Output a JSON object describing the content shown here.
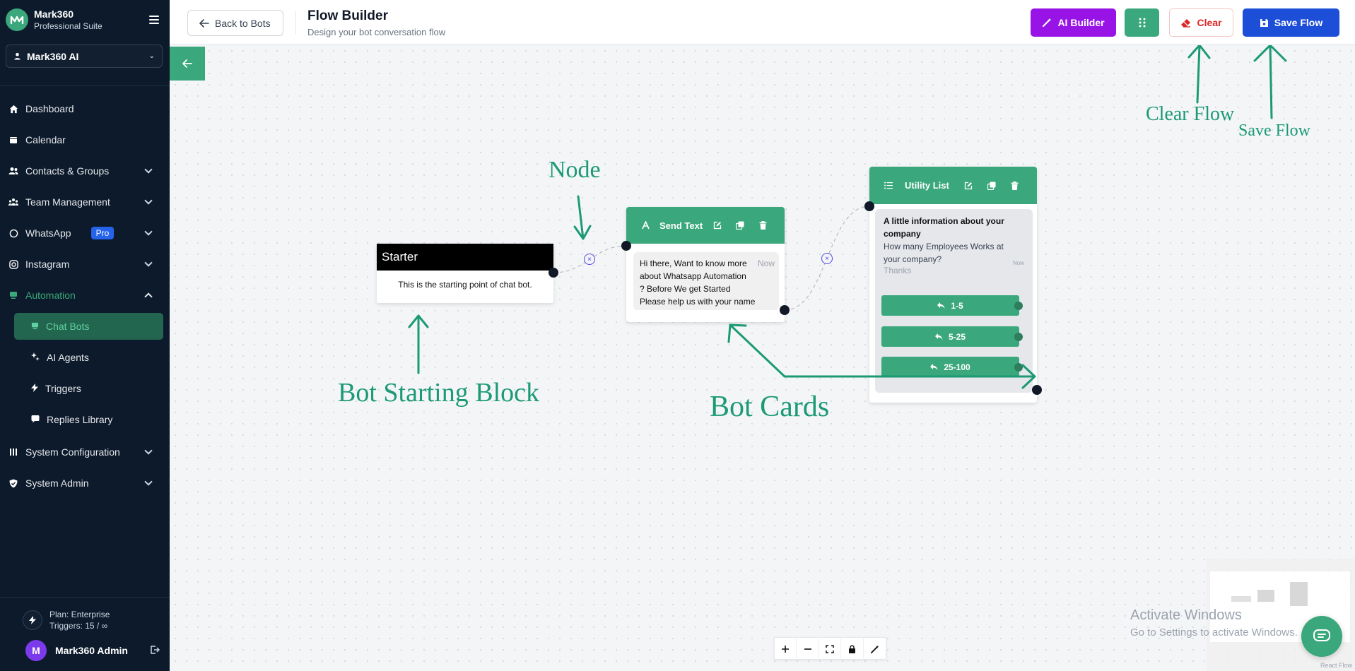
{
  "brand": {
    "name": "Mark360",
    "subtitle": "Professional Suite"
  },
  "workspace": {
    "name": "Mark360 AI"
  },
  "nav": {
    "dashboard": "Dashboard",
    "calendar": "Calendar",
    "contacts": "Contacts & Groups",
    "team": "Team Management",
    "whatsapp": "WhatsApp",
    "whatsapp_badge": "Pro",
    "instagram": "Instagram",
    "automation": "Automation",
    "chat_bots": "Chat Bots",
    "ai_agents": "AI Agents",
    "triggers": "Triggers",
    "replies_library": "Replies Library",
    "system_config": "System Configuration",
    "system_admin": "System Admin"
  },
  "plan": {
    "line1": "Plan: Enterprise",
    "line2": "Triggers: 15 / ∞"
  },
  "user": {
    "initial": "M",
    "name": "Mark360 Admin"
  },
  "header": {
    "back_label": "Back to Bots",
    "title": "Flow Builder",
    "subtitle": "Design your bot conversation flow",
    "ai_builder_label": "AI Builder",
    "clear_label": "Clear",
    "save_label": "Save Flow"
  },
  "starter": {
    "title": "Starter",
    "body": "This is the starting point of chat bot."
  },
  "send_text": {
    "title": "Send Text",
    "lines": [
      "Hi there, Want to know more",
      "about Whatsapp Automation",
      "? Before We get Started",
      "Please help us with your name"
    ],
    "time": "Now"
  },
  "utility_list": {
    "title": "Utility List",
    "heading": "A little information about your company",
    "question": "How many Employees Works at your company?",
    "footer": "Thanks",
    "time": "Now",
    "options": [
      "1-5",
      "5-25",
      "25-100"
    ]
  },
  "annotations": {
    "node": "Node",
    "bot_starting_block": "Bot Starting Block",
    "bot_cards": "Bot Cards",
    "clear_flow": "Clear Flow",
    "save_flow": "Save Flow"
  },
  "edge_remove_symbol": "×",
  "overlay": {
    "activate_title": "Activate Windows",
    "activate_sub": "Go to Settings to activate Windows.",
    "attribution": "React Flow"
  },
  "colors": {
    "sidebar_bg": "#0c1a2b",
    "accent_green": "#3aa87c",
    "ai_purple": "#9814e6",
    "save_blue": "#1d4ed8",
    "clear_red": "#dc2626",
    "annotation_green": "#1b9a74"
  },
  "icons": [
    "home-icon",
    "calendar-icon",
    "users-icon",
    "team-icon",
    "whatsapp-icon",
    "instagram-icon",
    "monitor-icon",
    "sparkle-icon",
    "bolt-icon",
    "chat-icon",
    "sliders-icon",
    "shield-icon",
    "edit-icon",
    "copy-icon",
    "trash-icon",
    "reply-icon",
    "list-icon"
  ]
}
